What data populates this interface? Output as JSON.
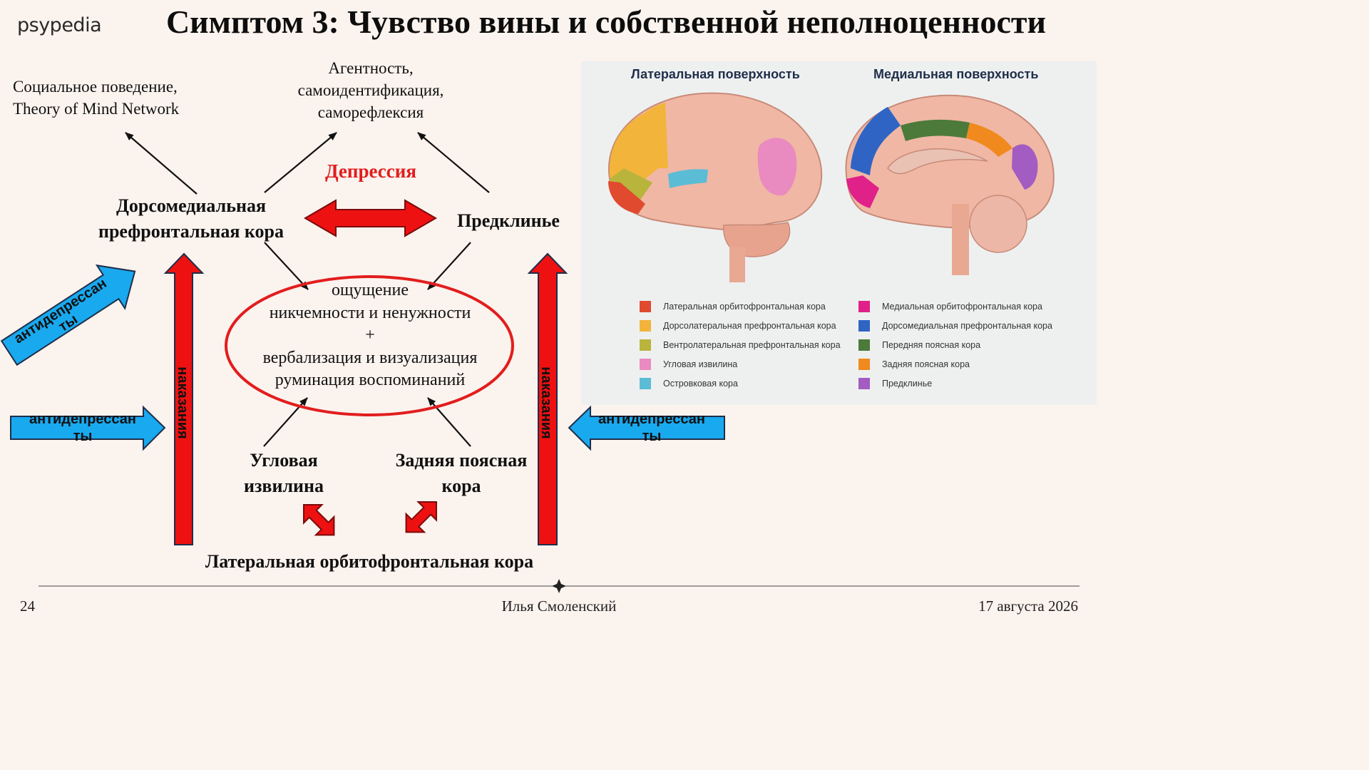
{
  "header": {
    "logo": "psypedia",
    "title": "Симптом 3: Чувство вины и собственной неполноценности"
  },
  "diagram": {
    "social_line1": "Социальное поведение,",
    "social_line2": "Theory of Mind Network",
    "agency_line1": "Агентность,",
    "agency_line2": "самоидентификация,",
    "agency_line3": "саморефлексия",
    "depression": "Депрессия",
    "dmpfc_line1": "Дорсомедиальная",
    "dmpfc_line2": "префронтальная кора",
    "precuneus": "Предклинье",
    "oval_line1": "ощущение",
    "oval_line2": "никчемности и ненужности",
    "oval_plus": "+",
    "oval_line3": "вербализация и визуализация",
    "oval_line4": "руминация воспоминаний",
    "angular_line1": "Угловая",
    "angular_line2": "извилина",
    "pcc_line1": "Задняя поясная",
    "pcc_line2": "кора",
    "lofc": "Латеральная орбитофронтальная кора",
    "punishment": "наказания",
    "antidep_line1": "антидепрессан",
    "antidep_line2": "ты"
  },
  "brain_panel": {
    "lateral_title": "Латеральная поверхность",
    "medial_title": "Медиальная поверхность",
    "lateral_legend": [
      {
        "label": "Латеральная орбитофронтальная кора",
        "color": "#e04a2f"
      },
      {
        "label": "Дорсолатеральная префронтальная кора",
        "color": "#f2b43a"
      },
      {
        "label": "Вентролатеральная префронтальная кора",
        "color": "#b9b43c"
      },
      {
        "label": "Угловая извилина",
        "color": "#e98ac0"
      },
      {
        "label": "Островковая кора",
        "color": "#5bbcd6"
      }
    ],
    "medial_legend": [
      {
        "label": "Медиальная орбитофронтальная кора",
        "color": "#e0218a"
      },
      {
        "label": "Дорсомедиальная префронтальная кора",
        "color": "#2f64c4"
      },
      {
        "label": "Передняя поясная кора",
        "color": "#4c7a3a"
      },
      {
        "label": "Задняя поясная кора",
        "color": "#f08a1e"
      },
      {
        "label": "Предклинье",
        "color": "#a25cc2"
      }
    ]
  },
  "footer": {
    "page": "24",
    "author": "Илья Смоленский",
    "date": "17 августа 2026"
  }
}
